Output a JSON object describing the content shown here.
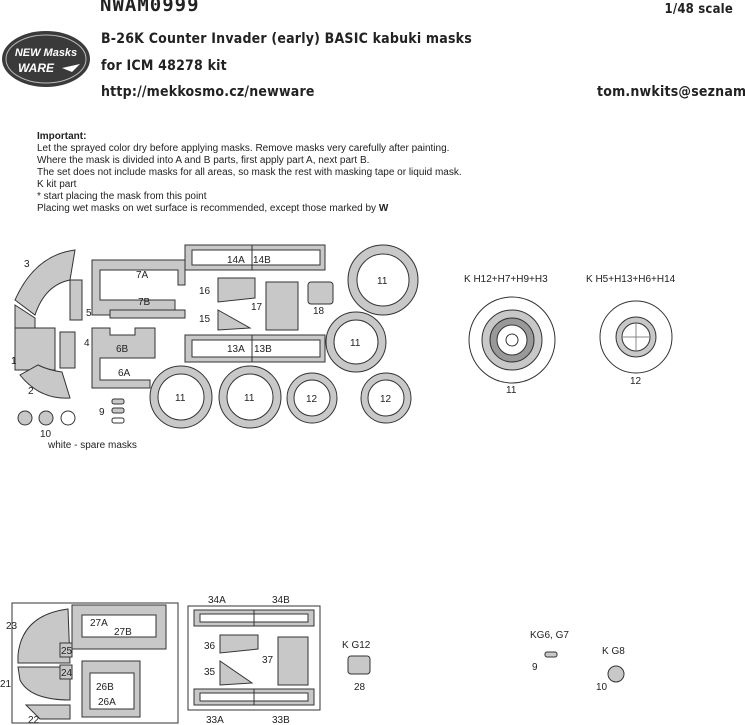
{
  "header": {
    "code": "NWAM0999",
    "scale": "1/48 scale",
    "title": "B-26K Counter Invader (early)  BASIC kabuki masks",
    "subtitle": "for ICM 48278 kit",
    "url": "http://mekkosmo.cz/newware",
    "email": "tom.nwkits@seznam.cz"
  },
  "logo": {
    "line1": "NEW Masks",
    "line2": "WARE"
  },
  "notes": {
    "heading": "Important:",
    "lines": [
      "Let the sprayed color dry before applying masks. Remove masks very carefully after painting.",
      "Where the mask is divided into A and B parts, first apply part A, next part B.",
      "The set does not include masks for all areas, so mask the rest with masking tape or liquid mask.",
      "K kit part",
      "*  start placing the mask from this point",
      "Placing wet masks on wet surface is recommended, except those marked by"
    ]
  },
  "spare_label": "white - spare masks",
  "wheel_labels": {
    "left_parts": "K H12+H7+H9+H3",
    "right_parts": "K H5+H13+H6+H14",
    "left_num": "11",
    "right_num": "12"
  },
  "top_sheet_numbers": {
    "n1": "1",
    "n2": "2",
    "n3": "3",
    "n4": "4",
    "n5": "5",
    "n6a": "6A",
    "n6b": "6B",
    "n7a": "7A",
    "n7b": "7B",
    "n9": "9",
    "n10": "10",
    "n13a": "13A",
    "n13b": "13B",
    "n14a": "14A",
    "n14b": "14B",
    "n15": "15",
    "n16": "16",
    "n17": "17",
    "n18": "18",
    "c11a": "11",
    "c11b": "11",
    "c11c": "11",
    "c11d": "11",
    "c12a": "12",
    "c12b": "12"
  },
  "bottom_sheet_numbers": {
    "n21": "21",
    "n22": "22",
    "n23": "23",
    "n24": "24",
    "n25": "25",
    "n26a": "26A",
    "n26b": "26B",
    "n27a": "27A",
    "n27b": "27B",
    "n33a": "33A",
    "n33b": "33B",
    "n34a": "34A",
    "n34b": "34B",
    "n35": "35",
    "n36": "36",
    "n37": "37"
  },
  "bottom_parts": {
    "kg12": "K G12",
    "n28": "28",
    "kg67": "KG6, G7",
    "n9": "9",
    "kg8": "K G8",
    "n10": "10"
  },
  "colors": {
    "mask_fill": "#c8c8c8",
    "stroke": "#333333"
  }
}
